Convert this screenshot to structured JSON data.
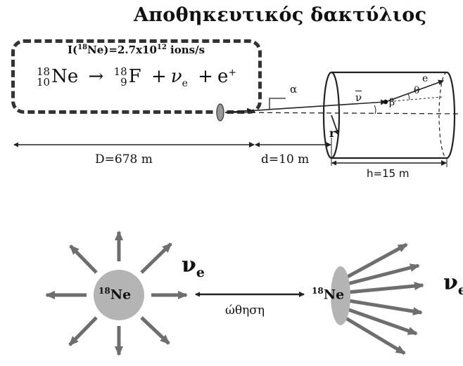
{
  "title": "Αποθηκευτικός δακτύλιος",
  "beam": {
    "intensity_prefix": "I(",
    "intensity_mass": "18",
    "intensity_suffix": "Ne)=2.7x10",
    "intensity_exp": "12",
    "intensity_unit": " ions/s",
    "reaction": {
      "parent_mass": "18",
      "parent_z": "10",
      "parent": "Ne",
      "arrow": "→",
      "daughter_mass": "18",
      "daughter_z": "9",
      "daughter": "F",
      "plus1": "+",
      "neutrino": "ν",
      "neutrino_sub": "e",
      "plus2": "+",
      "positron": "e",
      "positron_sup": "+"
    }
  },
  "geometry_labels": {
    "D": "D=678 m",
    "d": "d=10 m",
    "h": "h=15 m",
    "r": "r",
    "alpha": "α",
    "beta": "β",
    "theta": "θ",
    "antineutrino": "ν",
    "electron": "e"
  },
  "bottom": {
    "nucleus_mass": "18",
    "nucleus": "Ne",
    "nu_label": "ν",
    "nu_sub": "e",
    "boost_label": "ώθηση",
    "nu_label_right": "ν",
    "nu_sub_right": "e"
  }
}
